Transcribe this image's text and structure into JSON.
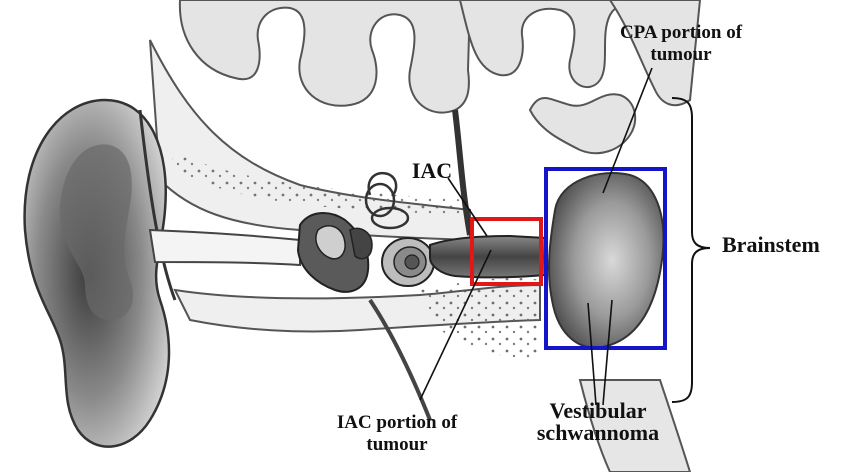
{
  "labels": {
    "cpa_line1": "CPA portion of",
    "cpa_line2": "tumour",
    "iac": "IAC",
    "brainstem": "Brainstem",
    "iac_portion_line1": "IAC portion of",
    "iac_portion_line2": "tumour",
    "vestibular_line1": "Vestibular",
    "vestibular_line2": "schwannoma"
  },
  "colors": {
    "iac_box": "#e01818",
    "cpa_box": "#1414c8",
    "line": "#111111"
  }
}
